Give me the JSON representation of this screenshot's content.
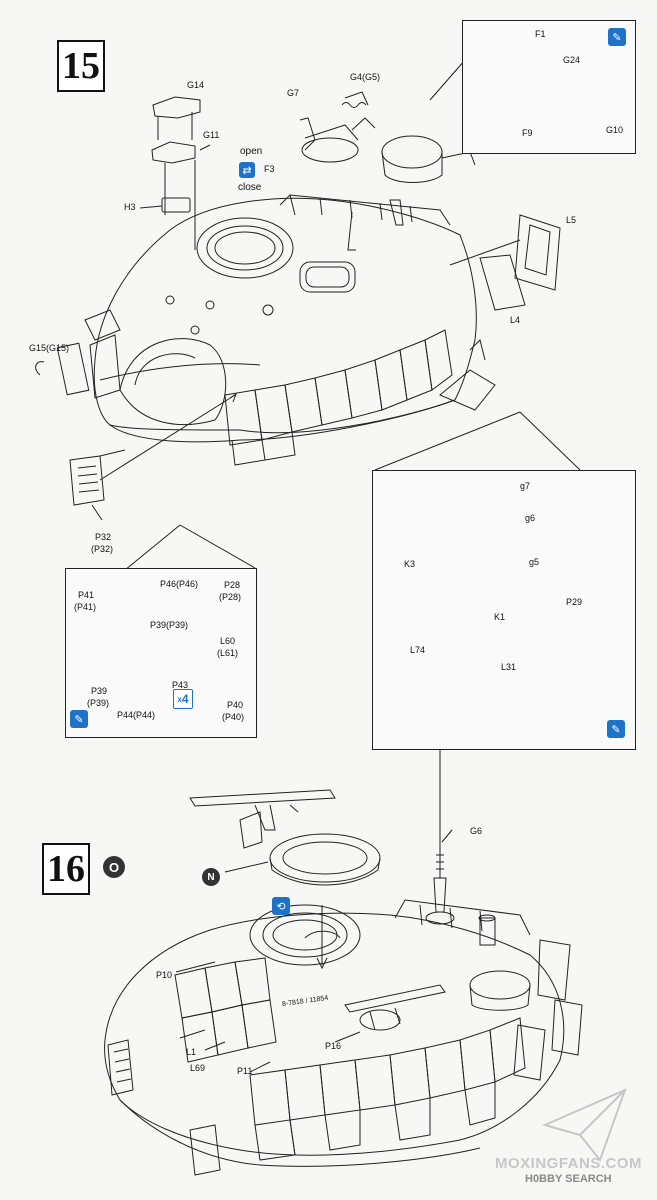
{
  "steps": {
    "s15": "15",
    "s16": "16"
  },
  "step16_marker": "O",
  "toggle": {
    "open": "open",
    "close": "close"
  },
  "multiplier": "4",
  "multiplier_prefix": "x",
  "n_marker": "N",
  "parts": {
    "F1": "F1",
    "G24": "G24",
    "F9": "F9",
    "G10": "G10",
    "G14": "G14",
    "G11": "G11",
    "H3": "H3",
    "G7": "G7",
    "G4": "G4(G5)",
    "F3": "F3",
    "L5": "L5",
    "L4": "L4",
    "G15": "G15(G15)",
    "P32a": "P32",
    "P32b": "(P32)",
    "P41a": "P41",
    "P41b": "(P41)",
    "P46": "P46(P46)",
    "P28a": "P28",
    "P28b": "(P28)",
    "P39top": "P39(P39)",
    "L60a": "L60",
    "L60b": "(L61)",
    "P43": "P43",
    "P39a": "P39",
    "P39b": "(P39)",
    "P44": "P44(P44)",
    "P40a": "P40",
    "P40b": "(P40)",
    "g7": "g7",
    "g6": "g6",
    "K3": "K3",
    "g5": "g5",
    "K1": "K1",
    "P29": "P29",
    "L74": "L74",
    "L31": "L31",
    "G6": "G6",
    "P10": "P10",
    "L1": "L1",
    "L69": "L69",
    "P11": "P11",
    "P16": "P16"
  },
  "hull_marking": "8-7818 / 11854",
  "watermark": {
    "line1": "MOXINGFANS.COM",
    "line2": "H0BBY SEARCH"
  },
  "colors": {
    "accent": "#1e73c8",
    "line": "#222222"
  }
}
